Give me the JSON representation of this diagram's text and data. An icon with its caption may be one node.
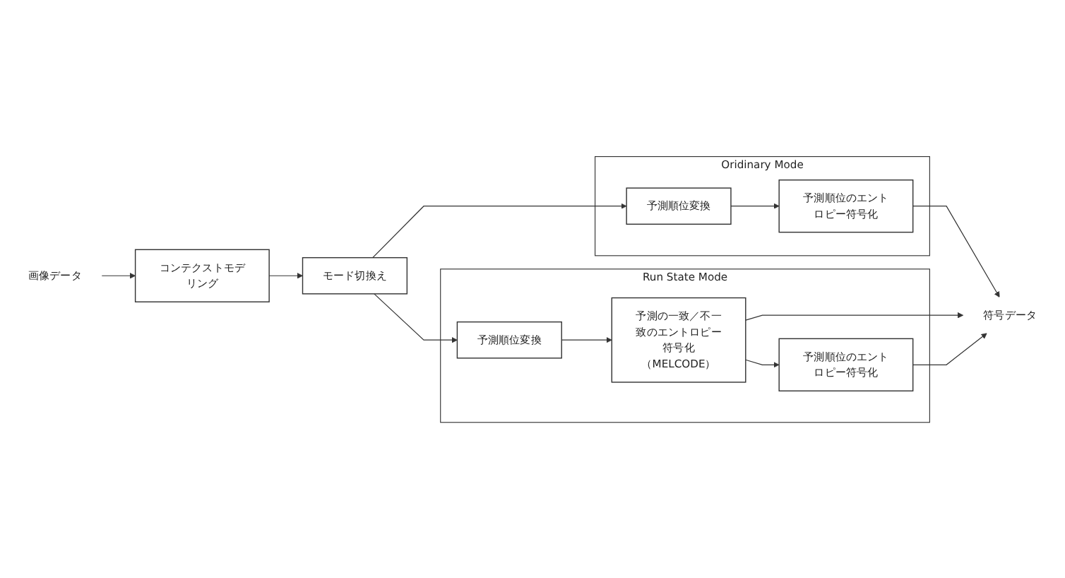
{
  "diagram": {
    "nodes": [
      {
        "text": [
          "画像データ"
        ]
      },
      {
        "text": [
          "コンテクストモデリング"
        ]
      },
      {
        "text": [
          "モード切換え"
        ]
      },
      {
        "text": [
          "Oridinary Mode"
        ]
      },
      {
        "text": [
          "予測順位変換"
        ],
        "in": 3
      },
      {
        "text": [
          "予測順位のエントロピー符号化"
        ],
        "in": 3
      },
      {
        "text": [
          "Run State Mode"
        ]
      },
      {
        "text": [
          "予測順位変換"
        ],
        "in": 6
      },
      {
        "text": [
          "予測の一致／不一致のエントロピー符号化（MELCODE）"
        ],
        "in": 6
      },
      {
        "text": [
          "予測順位のエントロピー符号化"
        ],
        "in": 6
      },
      {
        "text": [
          "符号データ"
        ]
      }
    ],
    "edges": [
      {
        "from": 0,
        "to": 1,
        "arrow": "to"
      },
      {
        "from": 1,
        "to": 2,
        "arrow": "to"
      },
      {
        "from": 2,
        "to": 4,
        "arrow": "to"
      },
      {
        "from": 2,
        "to": 7,
        "arrow": "to"
      },
      {
        "from": 4,
        "to": 5,
        "arrow": "to"
      },
      {
        "from": 5,
        "to": 10,
        "arrow": "to"
      },
      {
        "from": 7,
        "to": 8,
        "arrow": "to"
      },
      {
        "from": 8,
        "to": 9,
        "arrow": "to"
      },
      {
        "from": 8,
        "to": 10,
        "arrow": "to"
      },
      {
        "from": 9,
        "to": 10,
        "arrow": "to"
      }
    ]
  }
}
